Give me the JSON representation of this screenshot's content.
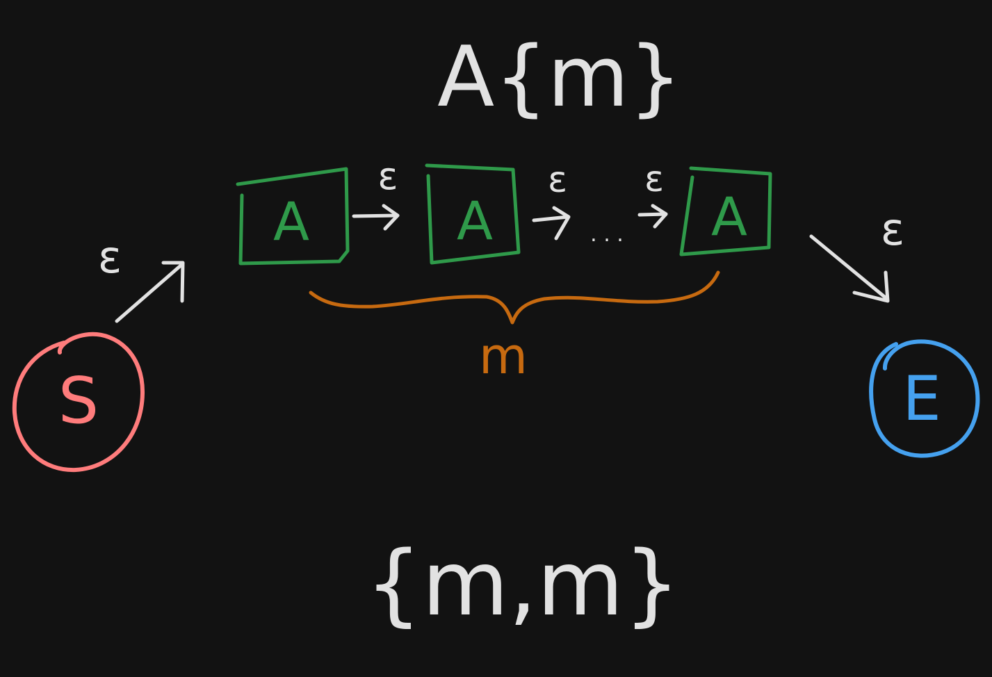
{
  "title": "A{m}",
  "nodes": {
    "start_label": "S",
    "end_label": "E",
    "box_label": "A"
  },
  "edges": {
    "epsilon_label": "ε",
    "ellipsis": ". . ."
  },
  "brace_label": "m",
  "bottom_expression": "{m,m}",
  "colors": {
    "background": "#121212",
    "foreground": "#e2e2e2",
    "start_node": "#ff7c7c",
    "end_node": "#45a1ef",
    "box": "#2f9a4a",
    "brace": "#c76a10"
  }
}
